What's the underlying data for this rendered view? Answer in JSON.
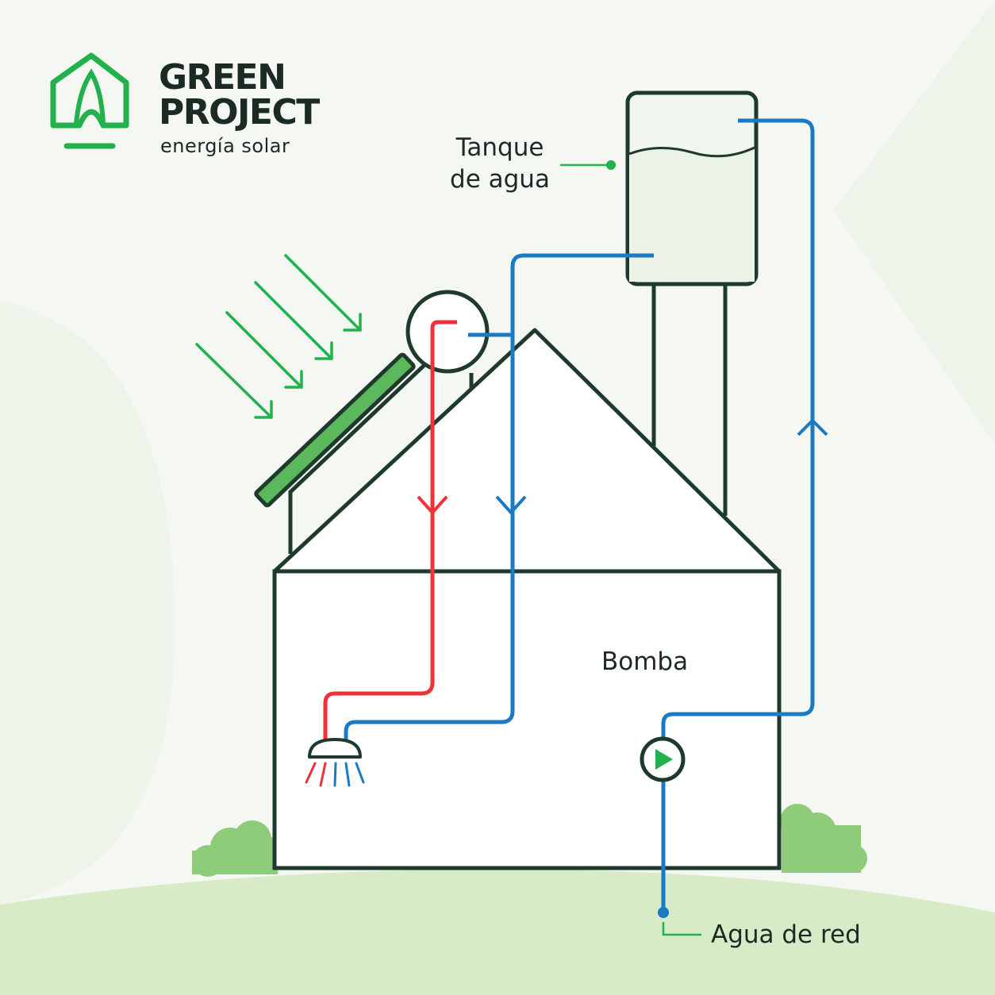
{
  "brand": {
    "title": "GREEN\nPROJECT",
    "subtitle": "energía solar",
    "icon": "house-leaf-logo"
  },
  "labels": {
    "tank": "Tanque\nde agua",
    "pump": "Bomba",
    "mains_water": "Agua de red"
  },
  "colors": {
    "background": "#f5f8f2",
    "outline": "#1f3a2c",
    "brand_green": "#22b14c",
    "panel_green": "#5cb85c",
    "hot_water": "#f0313a",
    "cold_water": "#1a7ac4",
    "grass": "#d7ebc6",
    "bush": "#8fcc7a"
  },
  "icons": [
    "sun-ray-arrow-icon",
    "shower-head-icon",
    "pump-icon",
    "flow-arrow-icon"
  ]
}
